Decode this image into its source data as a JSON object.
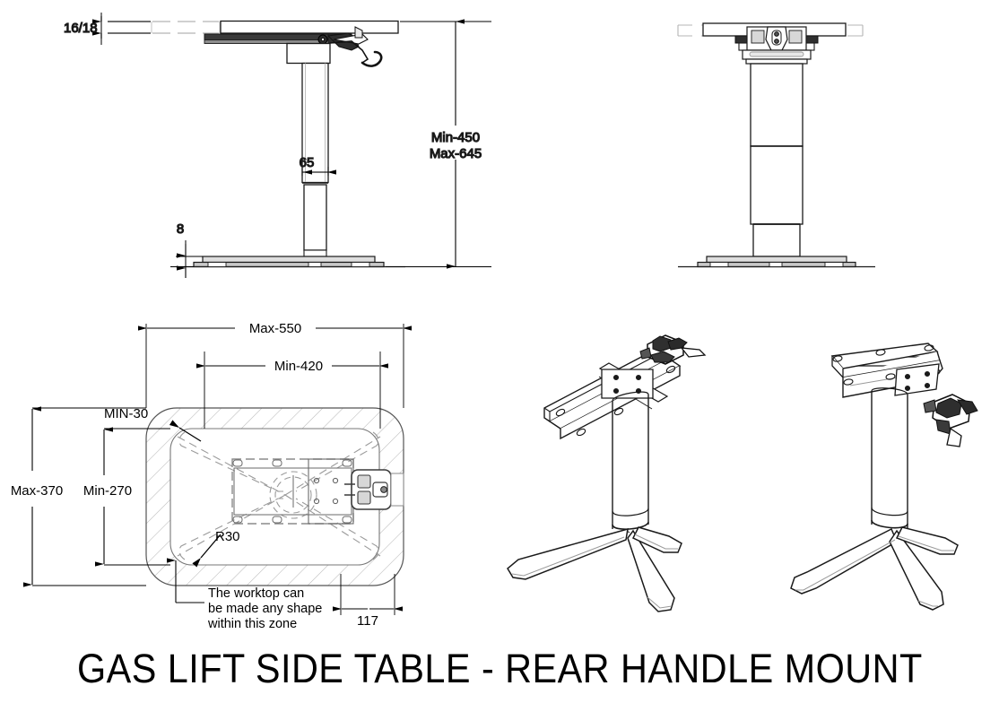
{
  "drawing": {
    "title": "GAS LIFT SIDE TABLE - REAR HANDLE MOUNT",
    "background_color": "#ffffff",
    "line_color": "#1a1a1a",
    "hidden_line_color": "#9a9a9a",
    "hatch_color": "#b8b8b8"
  },
  "views": {
    "side_elevation": {
      "name": "side-elevation-view",
      "dimensions": {
        "worktop_thickness": "16/18",
        "column_width": "65",
        "base_thickness": "8",
        "height_range_min": "Min-450",
        "height_range_max": "Max-645"
      }
    },
    "front_elevation": {
      "name": "front-elevation-view"
    },
    "plan": {
      "name": "plan-view",
      "dimensions": {
        "max_width": "Max-550",
        "min_width": "Min-420",
        "max_depth": "Max-370",
        "min_depth": "Min-270",
        "edge_min": "MIN-30",
        "corner_radius": "R30",
        "handle_offset": "117"
      },
      "note_lines": [
        "The worktop can",
        "be made any shape",
        "within this zone"
      ]
    },
    "isometric_left": {
      "name": "isometric-view-left"
    },
    "isometric_right": {
      "name": "isometric-view-right"
    }
  }
}
